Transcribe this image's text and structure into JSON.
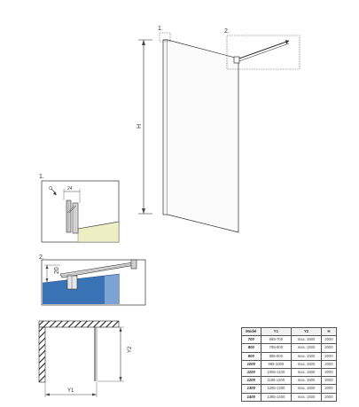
{
  "callouts": {
    "one": "1.",
    "two": "2.",
    "detail_one": "1.",
    "detail_two": "2."
  },
  "dimensions": {
    "height": "H",
    "detail_width": "24",
    "detail_height": "20",
    "plan_width": "Y1",
    "plan_depth": "Y2"
  },
  "table": {
    "headers": [
      "Model",
      "Y1",
      "Y2",
      "H"
    ],
    "rows": [
      [
        "700",
        "685-700",
        "max. 1500",
        "2000"
      ],
      [
        "800",
        "785-800",
        "max. 1500",
        "2000"
      ],
      [
        "900",
        "885-900",
        "max. 1500",
        "2000"
      ],
      [
        "1000",
        "985-1000",
        "max. 1500",
        "2000"
      ],
      [
        "1100",
        "1085-1100",
        "max. 1500",
        "2000"
      ],
      [
        "1200",
        "1185-1200",
        "max. 1500",
        "2000"
      ],
      [
        "1300",
        "1285-1300",
        "max. 1500",
        "2000"
      ],
      [
        "1400",
        "1385-1400",
        "max. 1500",
        "2000"
      ]
    ]
  },
  "colors": {
    "wall_fill": "#eeeec4",
    "floor_blue": "#3a74b7",
    "hatch": "#222222"
  }
}
